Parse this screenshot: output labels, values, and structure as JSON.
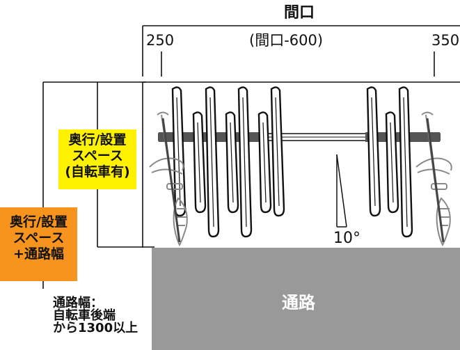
{
  "title": "間口",
  "dimensions": {
    "left": "250",
    "center": "(間口-600)",
    "right": "350"
  },
  "depth_label": [
    "奥行/設置",
    "スペース",
    "(自転車有)"
  ],
  "total_label": [
    "奥行/設置",
    "スペース",
    "+通路幅"
  ],
  "aisle": {
    "label": "通路",
    "note": [
      "通路幅：",
      "自転車後端",
      "から1300以上"
    ]
  },
  "angle": "10°",
  "colors": {
    "depth_box": "#fff200",
    "total_box": "#f7941d",
    "aisle": "#999999"
  }
}
